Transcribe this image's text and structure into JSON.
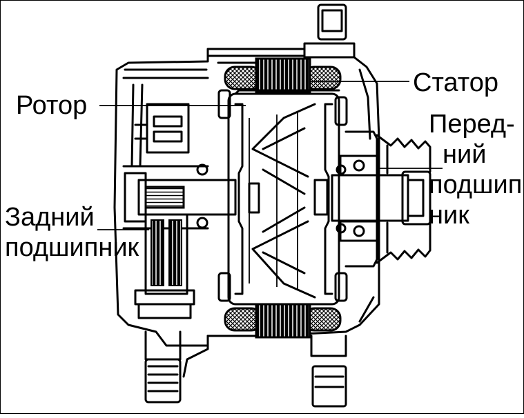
{
  "labels": {
    "stator": "Статор",
    "rotor": "Ротор",
    "front_bearing": [
      "Перед-",
      "ний",
      "подшип",
      "ник"
    ],
    "rear_bearing": [
      "Задний",
      "подшипник"
    ]
  }
}
